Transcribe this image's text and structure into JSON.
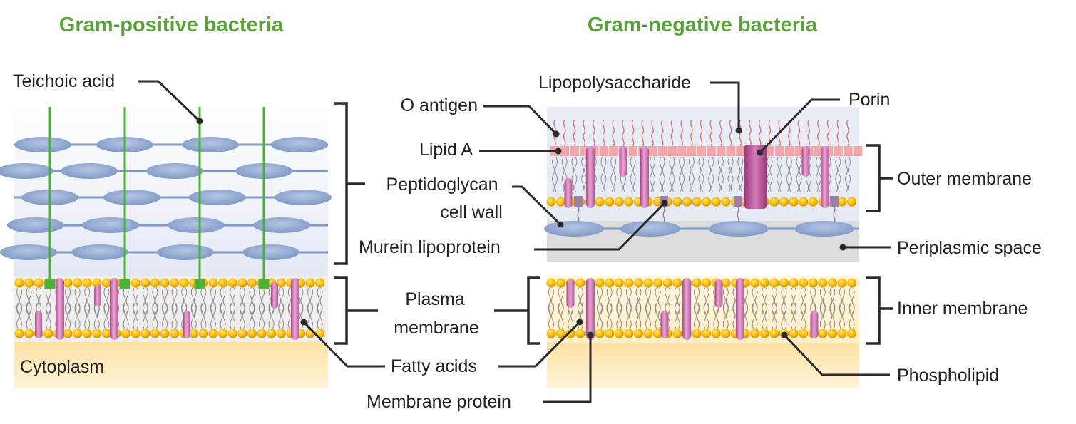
{
  "colors": {
    "title": "#5aa33a",
    "teichoic": "#4caf37",
    "peptidoglycan_fill": "#8fa7cf",
    "peptidoglycan_strand": "#7f99c6",
    "lipid_head": "#f0b400",
    "protein": "#c46aa6",
    "porin": "#b3488f",
    "lipid_a": "#f2a6aa",
    "o_antigen": "#d9797e",
    "lipoprotein": "#9d7fa8",
    "cytoplasm": "#fde7b3",
    "periplasm": "#dcdcdc"
  },
  "titles": {
    "gram_positive": "Gram-positive bacteria",
    "gram_negative": "Gram-negative bacteria"
  },
  "labels": {
    "teichoic_acid": "Teichoic acid",
    "cytoplasm": "Cytoplasm",
    "lipopolysaccharide": "Lipopolysaccharide",
    "o_antigen": "O antigen",
    "lipid_a": "Lipid A",
    "porin": "Porin",
    "peptidoglycan_line1": "Peptidoglycan",
    "peptidoglycan_line2": "cell wall",
    "murein_lipoprotein": "Murein lipoprotein",
    "plasma_line1": "Plasma",
    "plasma_line2": "membrane",
    "fatty_acids": "Fatty acids",
    "membrane_protein": "Membrane protein",
    "outer_membrane": "Outer membrane",
    "periplasmic_space": "Periplasmic space",
    "inner_membrane": "Inner membrane",
    "phospholipid": "Phospholipid"
  }
}
